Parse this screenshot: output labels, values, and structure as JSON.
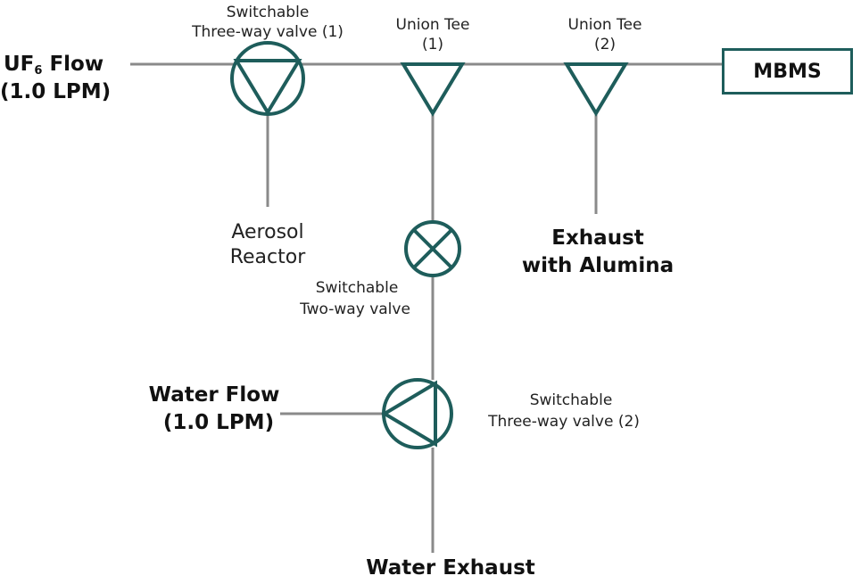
{
  "colors": {
    "pipe": "#8a8a8a",
    "symbol": "#1e5d5b",
    "text": "#111111"
  },
  "inputs": {
    "uf6_flow": {
      "species": "UF",
      "subscript": "6",
      "suffix": " Flow",
      "rate": "(1.0 LPM)"
    },
    "water_flow": {
      "line1": "Water Flow",
      "rate": "(1.0 LPM)"
    }
  },
  "components": {
    "valve_three_way_1": {
      "line1": "Switchable",
      "line2": "Three-way valve (1)",
      "icon": "three-way-valve-icon"
    },
    "union_tee_1": {
      "line1": "Union Tee",
      "line2": "(1)",
      "icon": "union-tee-icon"
    },
    "union_tee_2": {
      "line1": "Union Tee",
      "line2": "(2)",
      "icon": "union-tee-icon"
    },
    "valve_two_way": {
      "line1": "Switchable",
      "line2": "Two-way valve",
      "icon": "two-way-valve-icon"
    },
    "valve_three_way_2": {
      "line1": "Switchable",
      "line2": "Three-way valve (2)",
      "icon": "three-way-valve-icon"
    },
    "aerosol_reactor": {
      "line1": "Aerosol",
      "line2": "Reactor"
    },
    "mbms": {
      "label": "MBMS"
    }
  },
  "outputs": {
    "exhaust_alumina": {
      "line1": "Exhaust",
      "line2": "with Alumina"
    },
    "water_exhaust": {
      "label": "Water Exhaust"
    }
  }
}
